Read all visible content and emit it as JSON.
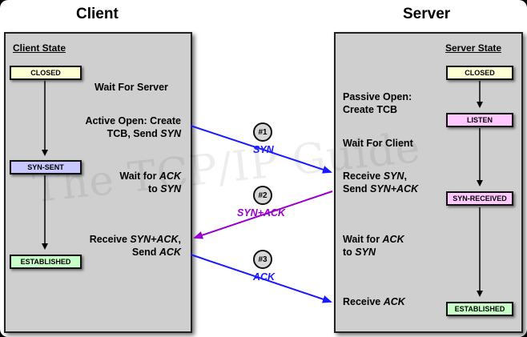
{
  "headings": {
    "client": "Client",
    "server": "Server"
  },
  "client_panel": {
    "title": "Client State",
    "states": {
      "closed": "CLOSED",
      "syn_sent": "SYN-SENT",
      "established": "ESTABLISHED"
    },
    "labels": {
      "wait_server": "Wait For Server",
      "active_open_1": "Active Open: Create",
      "active_open_2a": "TCB, Send ",
      "active_open_2b": "SYN",
      "wait_ack_1a": "Wait for ",
      "wait_ack_1b": "ACK",
      "wait_ack_2a": "to ",
      "wait_ack_2b": "SYN",
      "recv_1a": "Receive ",
      "recv_1b": "SYN+ACK",
      "recv_1c": ",",
      "recv_2a": "Send ",
      "recv_2b": "ACK"
    }
  },
  "server_panel": {
    "title": "Server State",
    "states": {
      "closed": "CLOSED",
      "listen": "LISTEN",
      "syn_received": "SYN-RECEIVED",
      "established": "ESTABLISHED"
    },
    "labels": {
      "passive_1": "Passive Open:",
      "passive_2": "Create TCB",
      "wait_client": "Wait For Client",
      "recv_syn_1a": "Receive ",
      "recv_syn_1b": "SYN",
      "recv_syn_1c": ",",
      "recv_syn_2a": "Send ",
      "recv_syn_2b": "SYN+ACK",
      "wait_ack_1a": "Wait for ",
      "wait_ack_1b": "ACK",
      "wait_ack_2a": "to ",
      "wait_ack_2b": "SYN",
      "recv_ack_a": "Receive ",
      "recv_ack_b": "ACK"
    }
  },
  "messages": [
    {
      "badge": "#1",
      "label": "SYN",
      "color": "#1a1aff"
    },
    {
      "badge": "#2",
      "label": "SYN+ACK",
      "color": "#9900cc"
    },
    {
      "badge": "#3",
      "label": "ACK",
      "color": "#1a1aff"
    }
  ],
  "colors": {
    "closed": "#ffffd4",
    "syn_sent": "#c8c8ff",
    "listen": "#ffc8ff",
    "syn_received": "#ffc8ff",
    "established": "#c8ffc8"
  },
  "watermark": "The TCP/IP Guide"
}
